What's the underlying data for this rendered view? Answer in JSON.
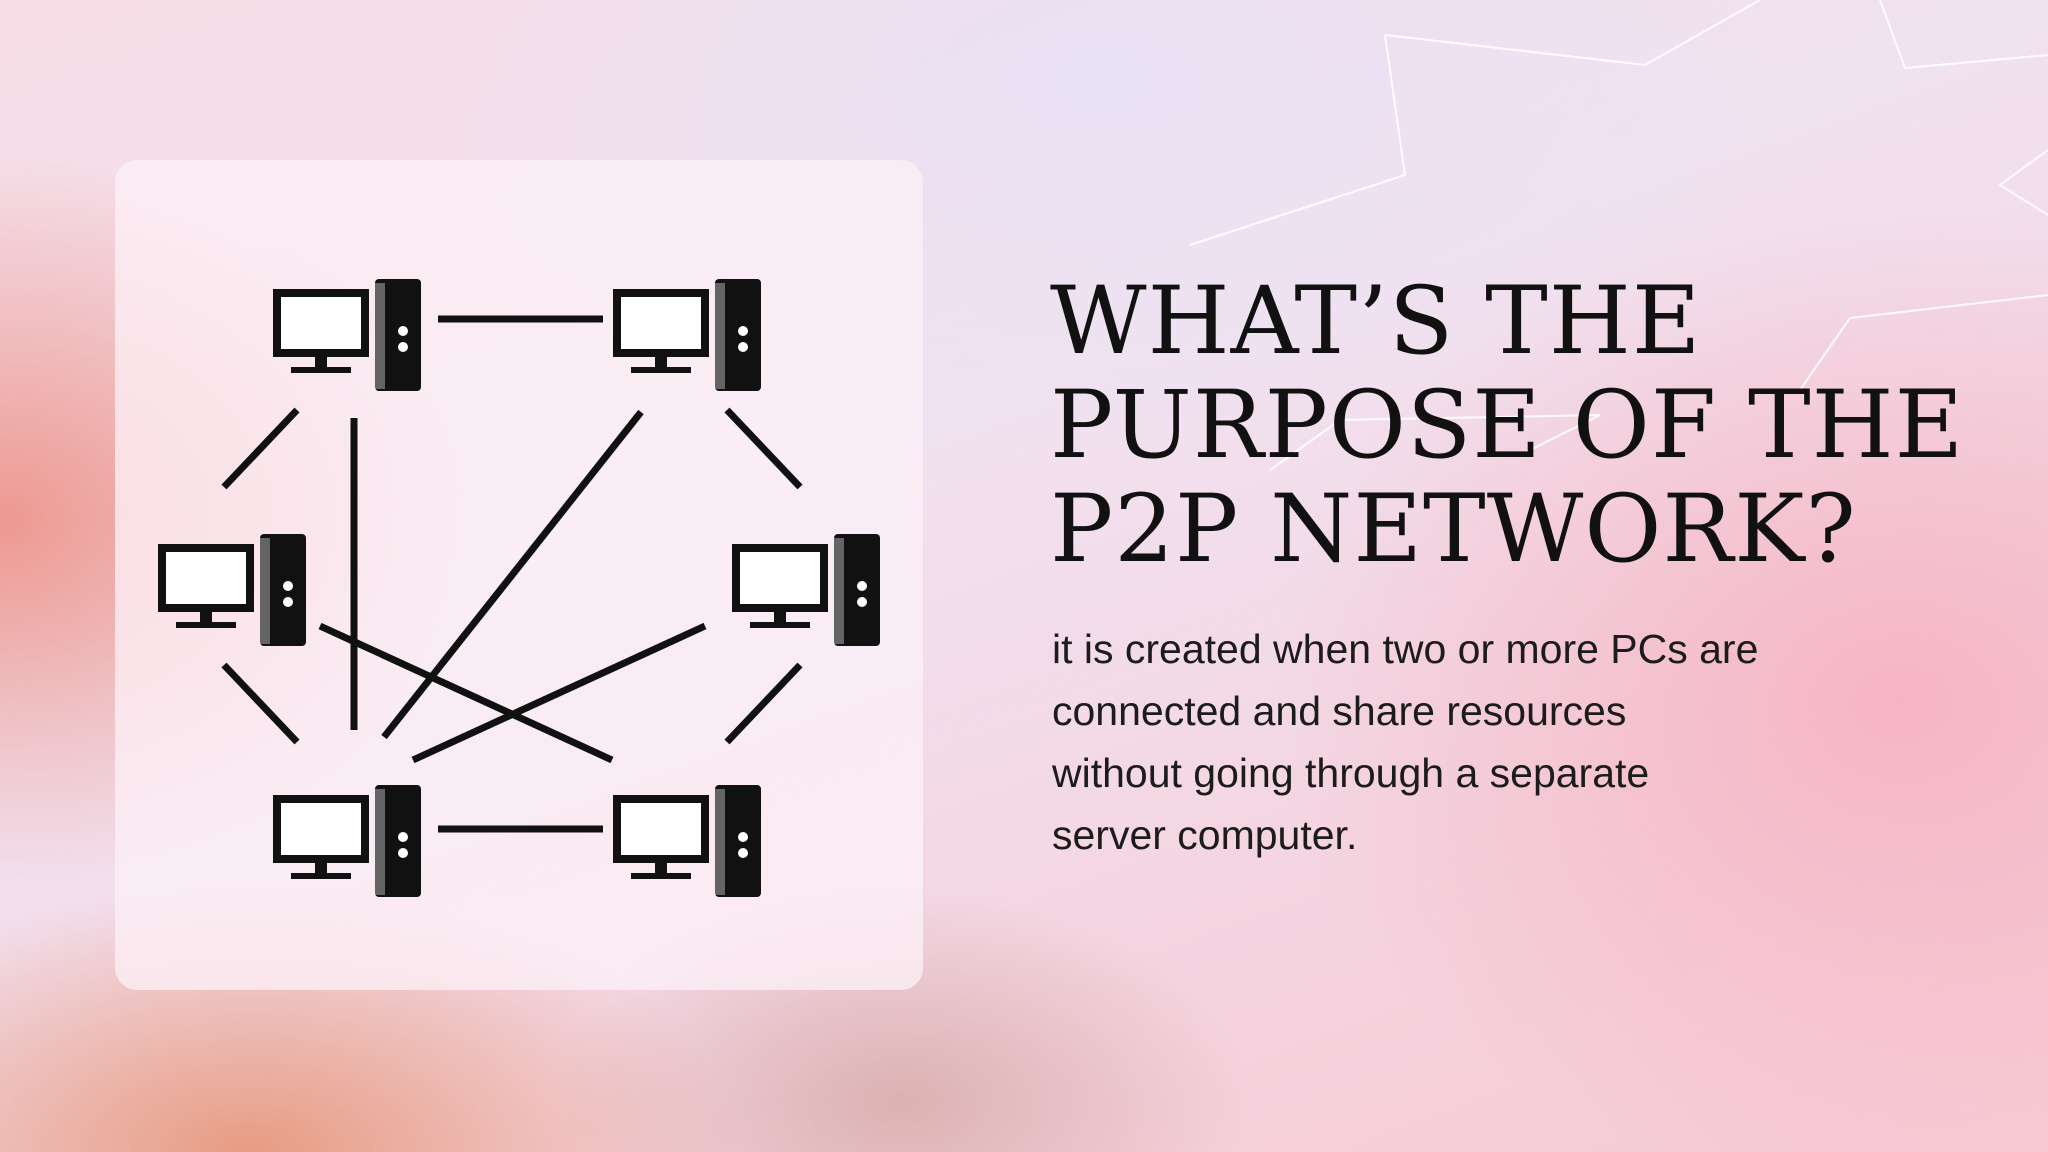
{
  "slide": {
    "heading_lines": [
      "WHAT’S THE",
      "PURPOSE OF THE",
      "P2P NETWORK?"
    ],
    "description_lines": [
      "it is created when two or more PCs are",
      "connected and share resources",
      "without going through a separate",
      "server computer."
    ]
  },
  "diagram": {
    "node_icon": "desktop-computer-icon",
    "nodes": [
      "top-left",
      "top-right",
      "middle-left",
      "middle-right",
      "bottom-left",
      "bottom-right"
    ]
  },
  "colors": {
    "text": "#111111",
    "lines": "#111111",
    "card": "#fcf0f6",
    "star_outline": "#ffffff"
  }
}
